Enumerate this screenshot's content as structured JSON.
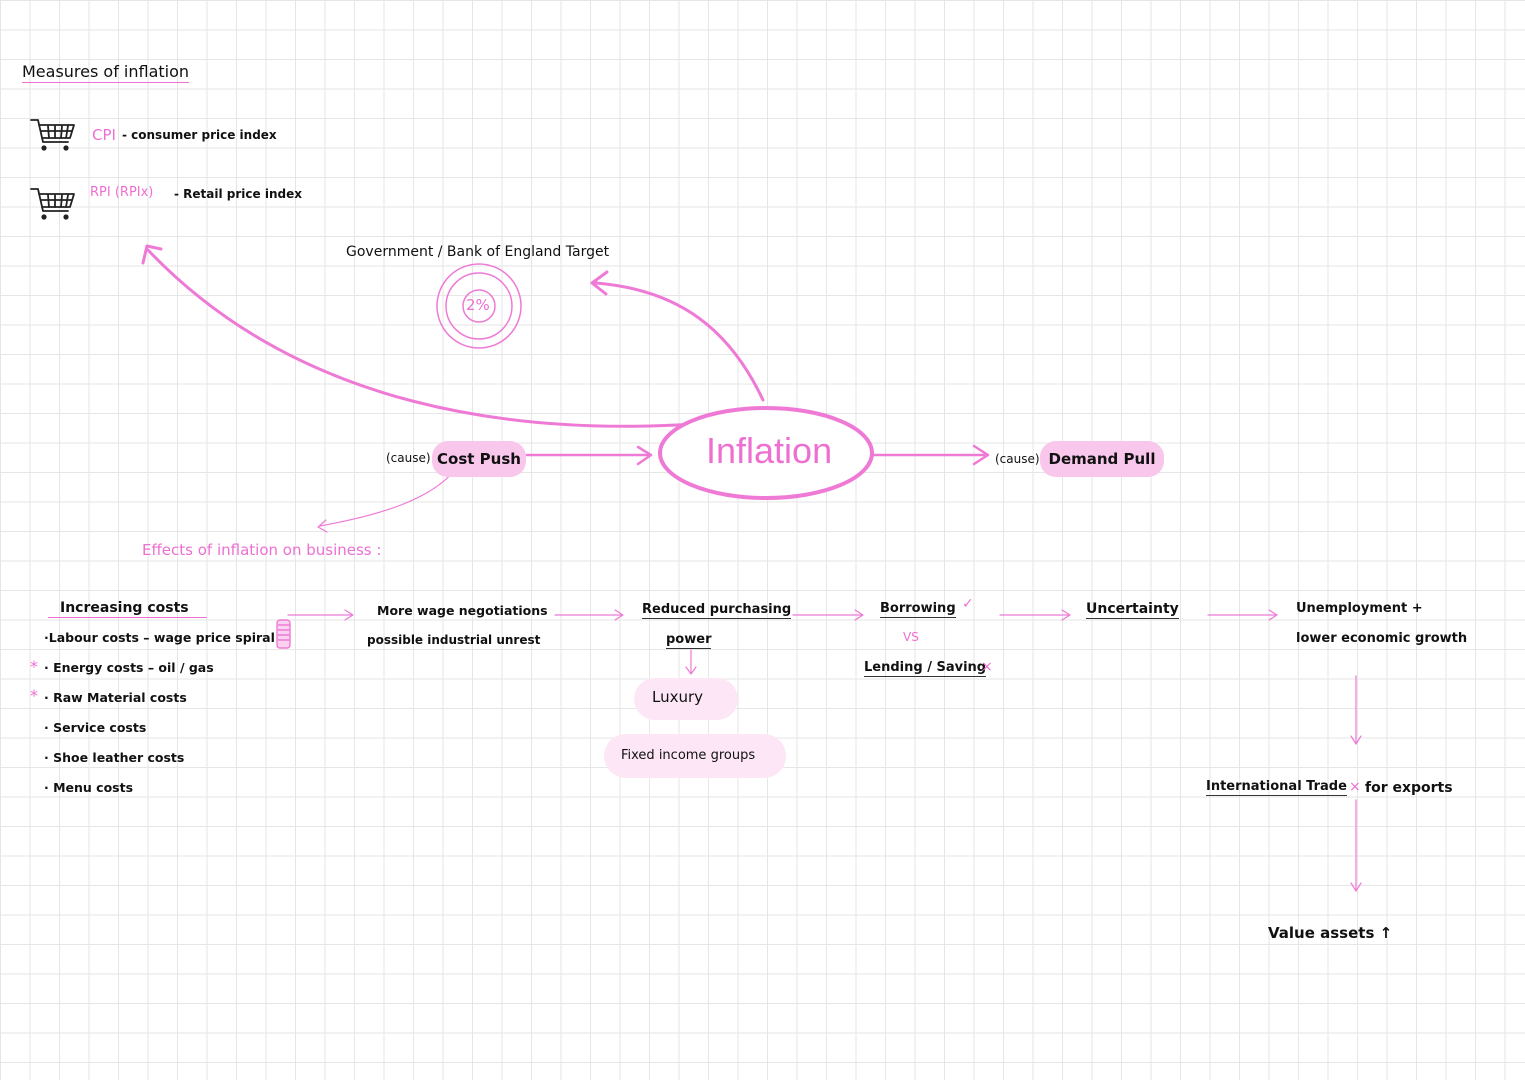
{
  "measures": {
    "title": "Measures of inflation",
    "cpi_abbr": "CPI",
    "cpi_desc": "- consumer price index",
    "rpi_abbr": "RPI (RPIx)",
    "rpi_desc": "- Retail price index"
  },
  "target": {
    "label": "Government / Bank of England Target",
    "value": "2%"
  },
  "center": {
    "title": "Inflation",
    "left_cause": "(cause)",
    "left_label": "Cost Push",
    "right_cause": "(cause)",
    "right_label": "Demand Pull"
  },
  "effects": {
    "title": "Effects of inflation on business :",
    "increasing_costs": {
      "title": "Increasing costs",
      "items": [
        "·Labour costs – wage price spiral",
        "· Energy costs – oil / gas",
        "· Raw Material costs",
        "· Service costs",
        "· Shoe leather costs",
        "· Menu costs"
      ],
      "star": "*"
    },
    "wage": {
      "line1": "More wage negotiations",
      "line2": "possible industrial unrest"
    },
    "purchasing": {
      "line1": "Reduced purchasing",
      "line2": "power",
      "luxury": "Luxury",
      "fixed": "Fixed income groups"
    },
    "borrowing": {
      "top": "Borrowing",
      "vs": "VS",
      "bottom": "Lending / Saving",
      "tick": "✓",
      "cross": "×"
    },
    "uncertainty": "Uncertainty",
    "unemployment": {
      "line1": "Unemployment +",
      "line2": "lower economic growth"
    },
    "trade": {
      "left": "International Trade",
      "cross": "×",
      "right": "for exports"
    },
    "value_assets": "Value assets ↑"
  }
}
